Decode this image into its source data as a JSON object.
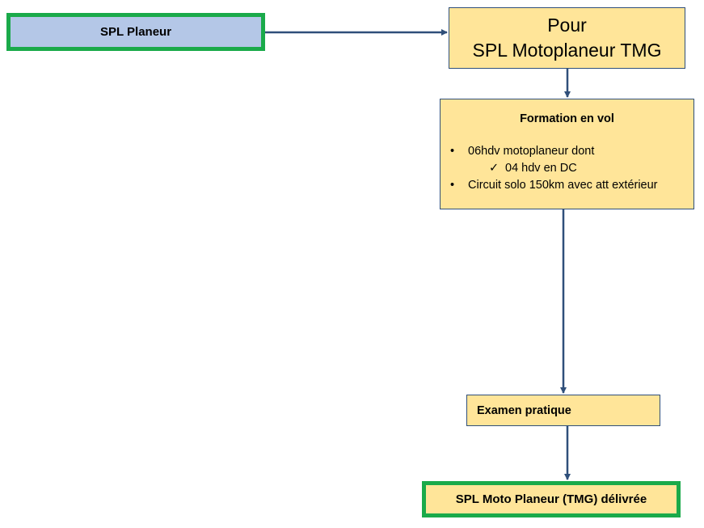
{
  "start": {
    "label": "SPL Planeur"
  },
  "pour": {
    "line1": "Pour",
    "line2": "SPL Motoplaneur TMG"
  },
  "formation": {
    "title": "Formation en vol",
    "bullet_glyph": "•",
    "check_glyph": "✓",
    "items": [
      "06hdv motoplaneur dont",
      "04 hdv en DC",
      "Circuit solo 150km avec att extérieur"
    ]
  },
  "exam": {
    "label": "Examen pratique"
  },
  "final": {
    "label": "SPL Moto Planeur (TMG)  délivrée"
  },
  "colors": {
    "box_fill": "#ffe599",
    "start_fill": "#b4c7e7",
    "frame_green": "#1aaa4a",
    "arrow": "#2f4f7a"
  }
}
